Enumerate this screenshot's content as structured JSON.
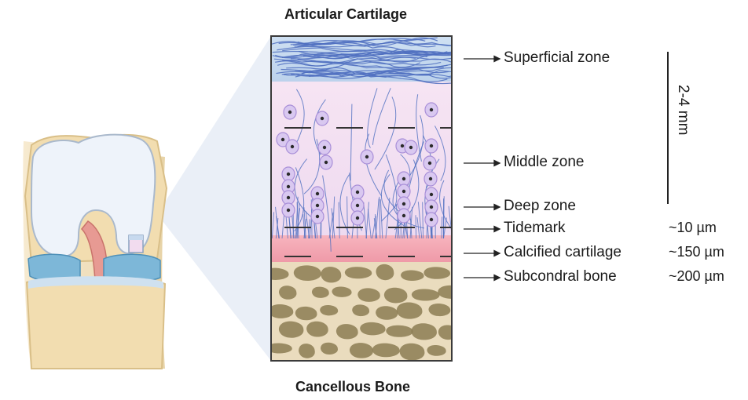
{
  "titles": {
    "top": "Articular Cartilage",
    "bottom": "Cancellous Bone"
  },
  "zones": [
    {
      "label": "Superficial zone"
    },
    {
      "label": "Middle zone"
    },
    {
      "label": "Deep zone"
    },
    {
      "label": "Tidemark"
    },
    {
      "label": "Calcified cartilage"
    },
    {
      "label": "Subcondral bone"
    }
  ],
  "thickness": {
    "range": "2-4 mm",
    "tidemark": "~10 µm",
    "calcified": "~150 µm",
    "subchondral": "~200 µm"
  },
  "colors": {
    "superficial": "#c7d9ee",
    "middle": "#f2dcef",
    "calcified": "#f1a6b1",
    "bone": "#e8dbc0",
    "bone_spots": "#8c7d53",
    "fibers": "#4f6fc0",
    "cartilage_cap": "#eef3fa"
  }
}
